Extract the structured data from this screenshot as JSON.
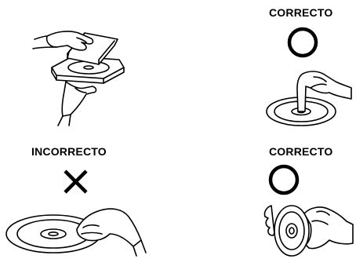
{
  "labels": {
    "top_right": "CORRECTO",
    "bottom_left": "INCORRECTO",
    "bottom_right": "CORRECTO"
  },
  "symbols": {
    "correct": "circle",
    "incorrect": "cross"
  }
}
